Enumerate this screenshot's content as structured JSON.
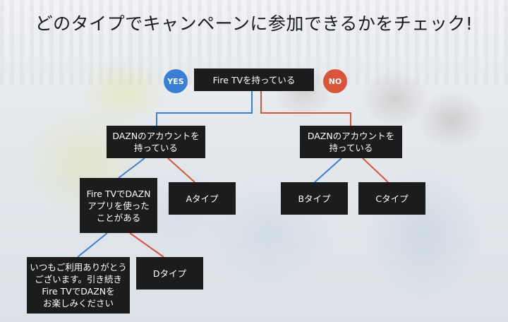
{
  "title": "どのタイプでキャンペーンに参加できるかをチェック!",
  "badges": {
    "yes": "YES",
    "no": "NO"
  },
  "nodes": {
    "root": "Fire TVを持っている",
    "left_q": "DAZNのアカウントを\n持っている",
    "right_q": "DAZNのアカウントを\n持っている",
    "app_q": "Fire TVでDAZN\nアプリを使った\nことがある",
    "type_a": "Aタイプ",
    "type_b": "Bタイプ",
    "type_c": "Cタイプ",
    "type_d": "Dタイプ",
    "thanks": "いつもご利用ありがとう\nございます。引き続き\nFire TVでDAZNを\nお楽しみください"
  },
  "colors": {
    "yes": "#3a7fd6",
    "no": "#d9553a",
    "box": "#1c1c1c"
  }
}
